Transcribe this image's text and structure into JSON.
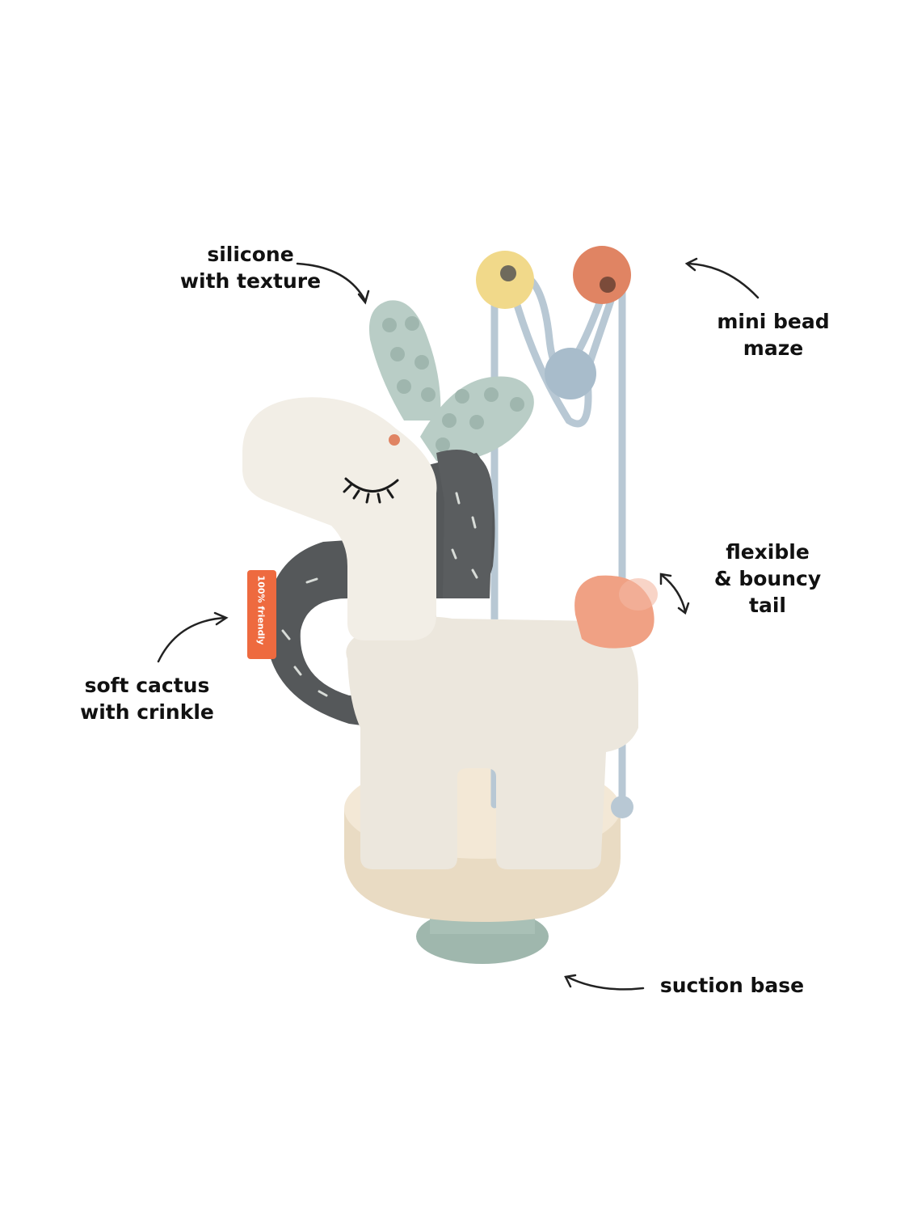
{
  "callouts": {
    "silicone": {
      "line1": "silicone",
      "line2": "with texture"
    },
    "bead_maze": {
      "line1": "mini bead",
      "line2": "maze"
    },
    "tail": {
      "line1": "flexible",
      "line2": "& bouncy",
      "line3": "tail"
    },
    "cactus": {
      "line1": "soft cactus",
      "line2": "with crinkle"
    },
    "suction": {
      "line1": "suction base"
    }
  },
  "tag_label": "100% friendly",
  "colors": {
    "background": "#ffffff",
    "text": "#111111",
    "body_cream": "#ece7dd",
    "cactus_dark": "#55585a",
    "silicone_mint": "#b9cdc6",
    "base_wood": "#efe2cd",
    "suction_green": "#9fb7ad",
    "bead_yellow": "#f1d98a",
    "bead_orange": "#e08463",
    "bead_blue": "#a8bccb",
    "tail_peach": "#f0a184",
    "tag_orange": "#ee6a3f",
    "wire_blue": "#b8c8d4"
  }
}
